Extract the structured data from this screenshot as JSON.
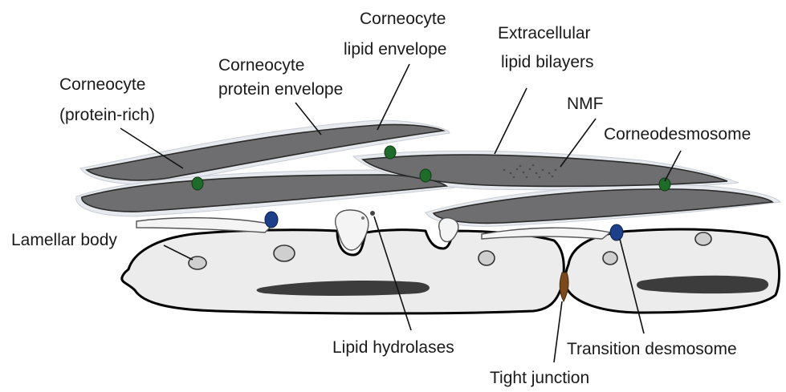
{
  "labels": {
    "corneocyte_protein_rich_line1": "Corneocyte",
    "corneocyte_protein_rich_line2": "(protein-rich)",
    "protein_envelope_line1": "Corneocyte",
    "protein_envelope_line2": "protein envelope",
    "lipid_envelope_line1": "Corneocyte",
    "lipid_envelope_line2": "lipid envelope",
    "extracellular_line1": "Extracellular",
    "extracellular_line2": "lipid bilayers",
    "nmf": "NMF",
    "corneodesmosome": "Corneodesmosome",
    "lamellar_body": "Lamellar body",
    "lipid_hydrolases": "Lipid hydrolases",
    "transition_desmosome": "Transition desmosome",
    "tight_junction": "Tight junction"
  },
  "colors": {
    "corneocyte_fill": "#6e6e70",
    "lipid_halo": "#e6e9ee",
    "corneodesmosome": "#1f6b2a",
    "transition_desmosome": "#1d3f8a",
    "tight_junction": "#7a4a1c",
    "granular_cell_fill": "#ececec",
    "lamellar_granule": "#3c3c3c"
  }
}
